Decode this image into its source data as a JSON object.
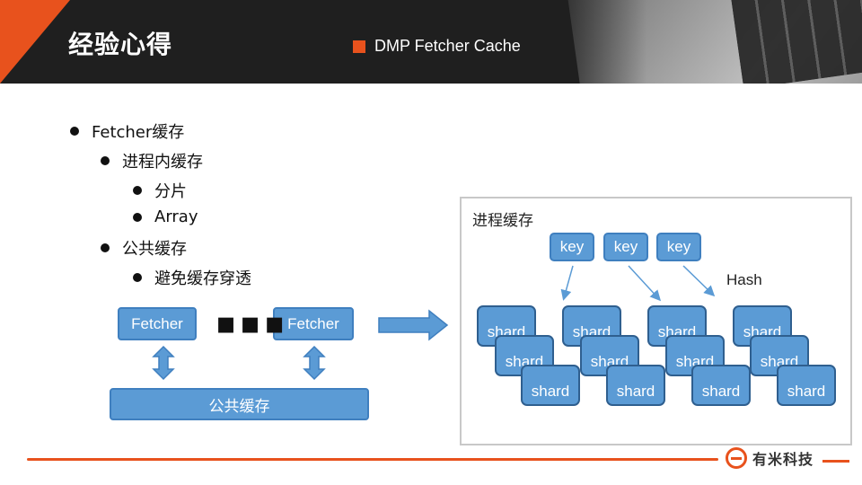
{
  "header": {
    "title": "经验心得",
    "section": "DMP Fetcher Cache"
  },
  "bullets": [
    {
      "level": 1,
      "text": "Fetcher缓存"
    },
    {
      "level": 2,
      "text": "进程内缓存"
    },
    {
      "level": 3,
      "text": "分片"
    },
    {
      "level": 3,
      "text": "Array"
    },
    {
      "level": 2,
      "text": "公共缓存"
    },
    {
      "level": 3,
      "text": "避免缓存穿透"
    }
  ],
  "left_diagram": {
    "fetcher_a": "Fetcher",
    "fetcher_b": "Fetcher",
    "ellipsis": "▪▪▪",
    "shared_cache": "公共缓存"
  },
  "right_diagram": {
    "title": "进程缓存",
    "hash_label": "Hash",
    "keys": [
      "key",
      "key",
      "key"
    ],
    "shards": [
      "shard",
      "shard",
      "shard",
      "shard",
      "shard",
      "shard",
      "shard",
      "shard",
      "shard",
      "shard",
      "shard",
      "shard"
    ]
  },
  "footer": {
    "brand": "有米科技"
  },
  "colors": {
    "accent": "#e8521d",
    "box_fill": "#5b9bd5",
    "box_border": "#3f7fbf"
  }
}
